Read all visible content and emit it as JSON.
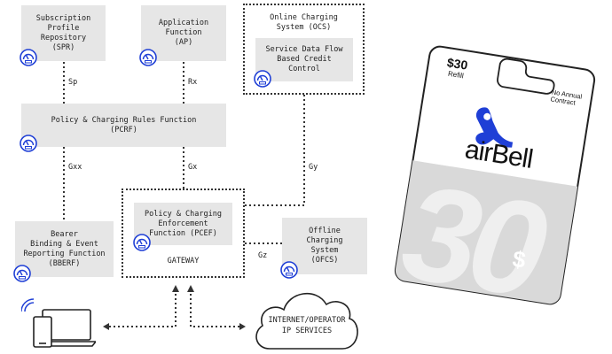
{
  "nodes": {
    "spr": "Subscription\nProfile\nRepository\n(SPR)",
    "af": "Application\nFunction\n(AP)",
    "ocs_title": "Online Charging\nSystem (OCS)",
    "sdf": "Service Data Flow\nBased Credit\nControl",
    "pcrf": "Policy & Charging Rules Function\n(PCRF)",
    "bberf": "Bearer\nBinding & Event\nReporting Function\n(BBERF)",
    "pcef": "Policy & Charging\nEnforcement\nFunction (PCEF)",
    "gateway": "GATEWAY",
    "ofcs": "Offline\nCharging\nSystem\n(OFCS)",
    "internet": "INTERNET/OPERATOR\nIP SERVICES"
  },
  "interfaces": {
    "sp": "Sp",
    "rx": "Rx",
    "gxx": "Gxx",
    "gx": "Gx",
    "gy": "Gy",
    "gz": "Gz"
  },
  "card": {
    "price": "$30",
    "refill": "Refill",
    "contract": "No Annual\nContract",
    "brand": "airBell",
    "big_number": "30",
    "currency": "$",
    "accent_color": "#1f3fd6"
  },
  "icons": {
    "gauge": "speedometer-icon",
    "devices": "laptop-phone-icon",
    "cloud": "cloud-icon"
  }
}
